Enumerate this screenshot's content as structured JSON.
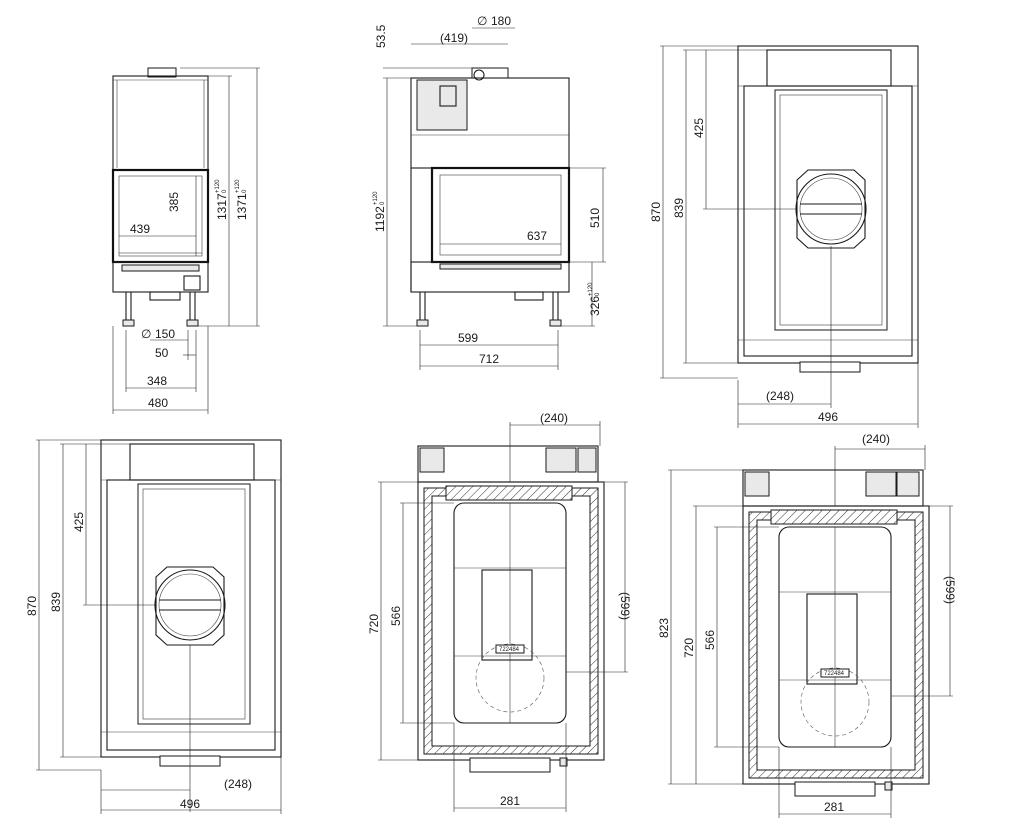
{
  "views": {
    "front": {
      "width_outer": "480",
      "width_348": "348",
      "dim_50": "50",
      "diameter_150": "150",
      "width_439": "439",
      "height_385": "385",
      "height_1317": "1317",
      "height_1317_tol": "+120",
      "height_1317_tol_low": "0",
      "height_1371": "1371",
      "height_1371_tol": "+120",
      "height_1371_tol_low": "0",
      "diameter_symbol": "∅"
    },
    "side": {
      "dim_53_5": "53.5",
      "dim_419": "(419)",
      "diameter_180": "180",
      "height_1192": "1192",
      "height_1192_tol": "+120",
      "height_1192_tol_low": "0",
      "width_637": "637",
      "height_510": "510",
      "height_326": "326",
      "height_326_tol": "+120",
      "height_326_tol_low": "0",
      "width_599": "599",
      "width_712": "712",
      "diameter_symbol": "∅"
    },
    "top_right": {
      "height_870": "870",
      "height_839": "839",
      "height_425": "425",
      "width_248": "(248)",
      "width_496": "496"
    },
    "top_left": {
      "height_870": "870",
      "height_839": "839",
      "height_425": "425",
      "width_248": "(248)",
      "width_496": "496"
    },
    "section_mid": {
      "width_240": "(240)",
      "height_599": "(599)",
      "height_720": "720",
      "height_566": "566",
      "width_281": "281",
      "label_code": "722484"
    },
    "section_right": {
      "width_240": "(240)",
      "height_599": "(599)",
      "height_823": "823",
      "height_720": "720",
      "height_566": "566",
      "width_281": "281",
      "label_code": "722484"
    }
  }
}
